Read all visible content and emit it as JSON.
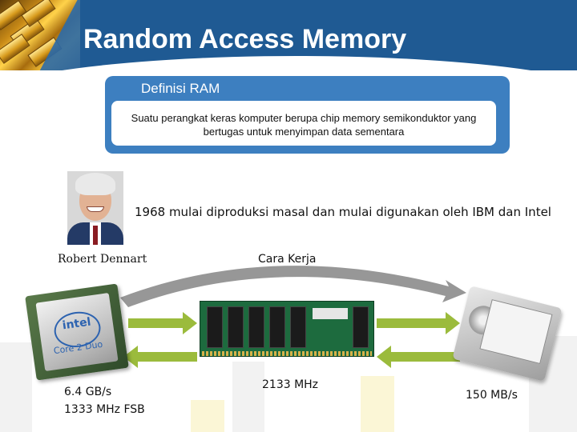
{
  "slide": {
    "title": "Random Access Memory",
    "definition": {
      "heading": "Definisi RAM",
      "text": "Suatu perangkat keras komputer berupa chip memory semikonduktor yang bertugas untuk menyimpan data sementara"
    },
    "history": "1968 mulai diproduksi masal dan mulai digunakan oleh IBM dan Intel",
    "person_name": "Robert Dennart",
    "process_label": "Cara Kerja",
    "cpu_logo": "intel",
    "cpu_model": "Core 2 Duo",
    "cpu_speed_line1": "6.4 GB/s",
    "cpu_speed_line2": "1333 MHz FSB",
    "ram_speed": "2133 MHz",
    "hdd_speed": "150 MB/s"
  },
  "colors": {
    "header_blue": "#1f5a93",
    "box_blue": "#3d7fc0",
    "arrow_green": "#9bbb3c",
    "arrow_gray": "#8c8c8c"
  }
}
